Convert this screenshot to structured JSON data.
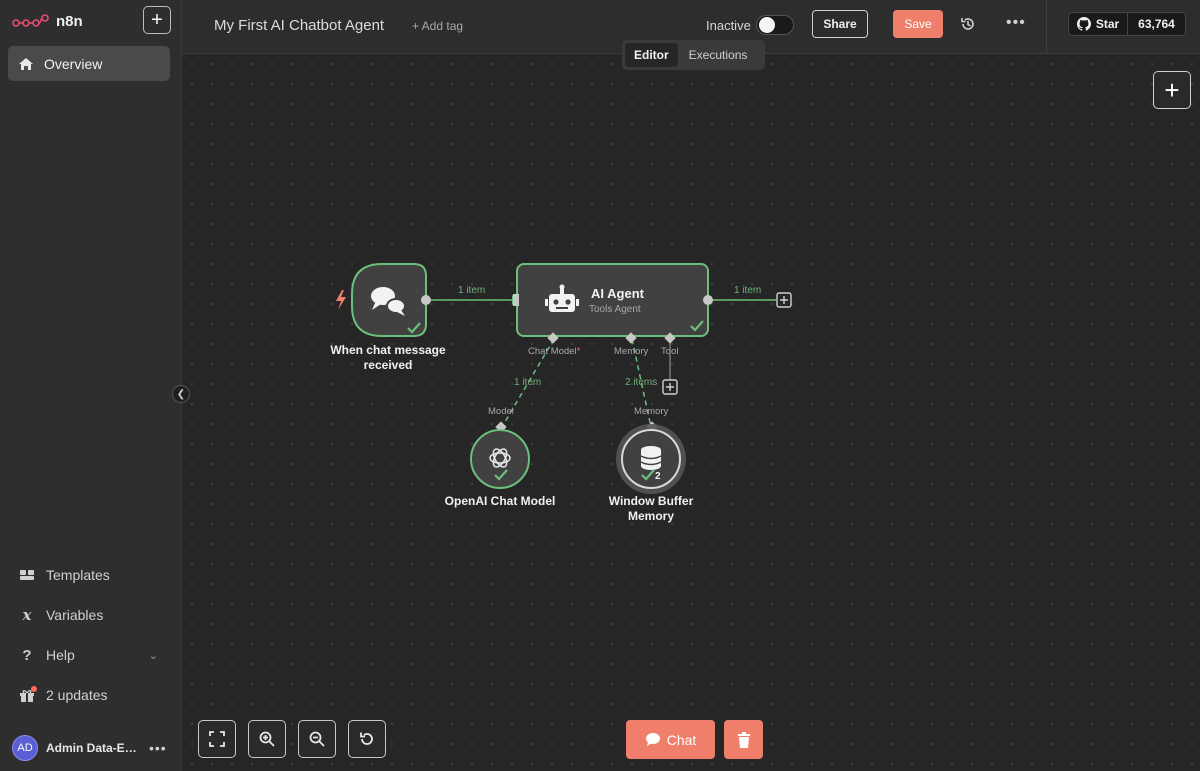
{
  "app": {
    "logo_text": "n8n"
  },
  "sidebar": {
    "overview_label": "Overview",
    "items": [
      {
        "label": "Templates",
        "icon": "templates-icon"
      },
      {
        "label": "Variables",
        "icon": "variables-icon"
      },
      {
        "label": "Help",
        "icon": "help-icon"
      },
      {
        "label": "2 updates",
        "icon": "gift-icon"
      }
    ],
    "user": {
      "initials": "AD",
      "name": "Admin Data-Es..."
    }
  },
  "header": {
    "workflow_title": "My First AI Chatbot Agent",
    "add_tag": "+ Add tag",
    "status": "Inactive",
    "share_label": "Share",
    "save_label": "Save",
    "github_star": "Star",
    "github_count": "63,764"
  },
  "tabs": [
    {
      "label": "Editor",
      "active": true
    },
    {
      "label": "Executions",
      "active": false
    }
  ],
  "nodes": {
    "trigger": {
      "label": "When chat message received"
    },
    "agent": {
      "title": "AI Agent",
      "subtitle": "Tools Agent"
    },
    "model": {
      "label": "OpenAI Chat Model"
    },
    "memory": {
      "label": "Window Buffer Memory",
      "badge": "2"
    }
  },
  "ports": {
    "chat_model": "Chat Model",
    "chat_model_required": "*",
    "memory": "Memory",
    "tool": "Tool",
    "model_in": "Model",
    "memory_in": "Memory"
  },
  "connections": {
    "trigger_to_agent": "1 item",
    "agent_out": "1 item",
    "model_link": "1 item",
    "memory_link": "2 items"
  },
  "bottom": {
    "chat_label": "Chat"
  },
  "colors": {
    "accent": "#ef7f6b",
    "success": "#5fb071",
    "node_border": "#6cbf7b"
  }
}
